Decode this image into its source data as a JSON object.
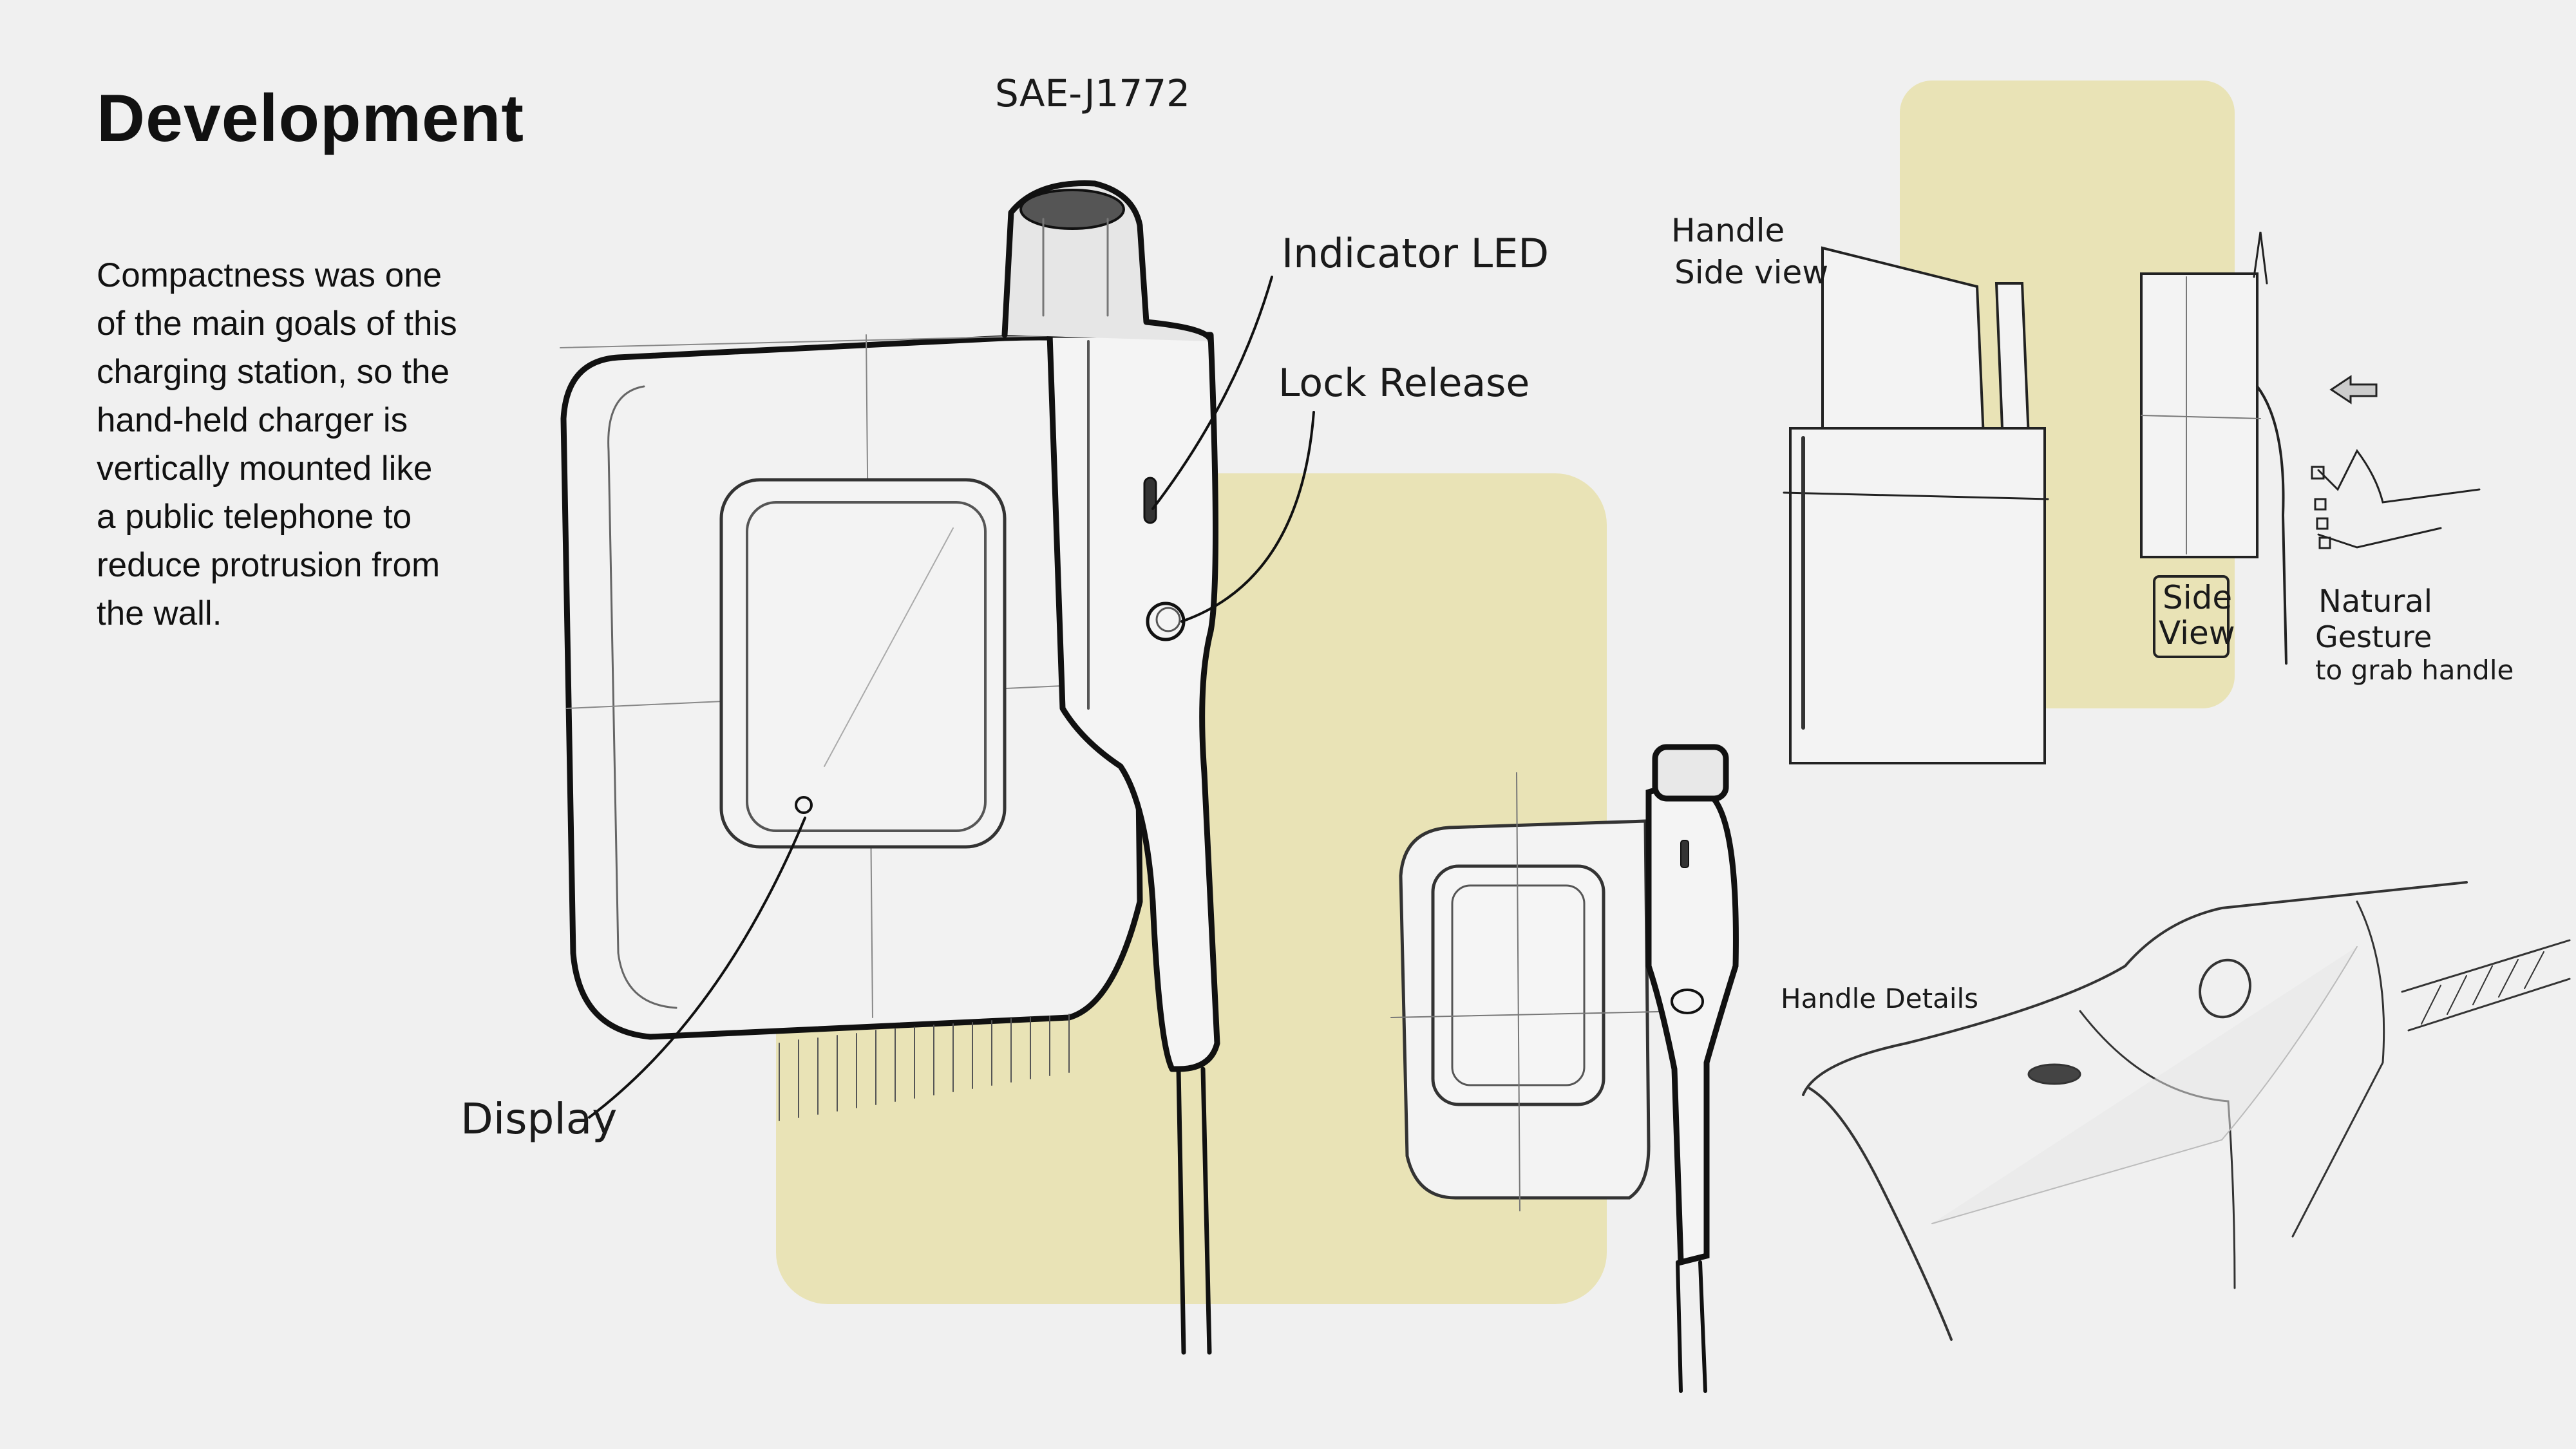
{
  "slide": {
    "title": "Development",
    "body_lines": [
      "Compactness was one",
      "of the main goals of this",
      "charging station, so the",
      "hand-held charger is",
      "vertically mounted like",
      "a public telephone to",
      "reduce protrusion from",
      "the wall."
    ]
  },
  "sketch_annotations": {
    "model_label": "SAE-J1772",
    "indicator_led": "Indicator LED",
    "lock_release": "Lock Release",
    "display": "Display",
    "handle_side_view_line1": "Handle",
    "handle_side_view_line2": "Side view",
    "side_view_box_line1": "Side",
    "side_view_box_line2": "View",
    "natural_gesture_line1": "Natural",
    "natural_gesture_line2": "Gesture",
    "natural_gesture_line3": "to grab handle",
    "handle_details": "Handle Details"
  },
  "colors": {
    "background": "#f0f0f0",
    "accent_yellow": "#e9e3b6",
    "ink": "#111111"
  }
}
